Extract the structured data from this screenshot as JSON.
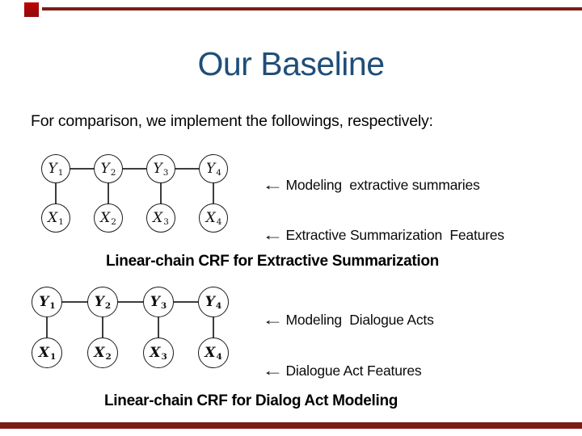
{
  "slide": {
    "title": "Our Baseline",
    "intro": "For comparison, we implement the followings, respectively:"
  },
  "annotations": [
    {
      "arrow": "←",
      "text": "Modeling  extractive summaries"
    },
    {
      "arrow": "←",
      "text": "Extractive Summarization  Features"
    },
    {
      "arrow": "←",
      "text": "Modeling  Dialogue Acts"
    },
    {
      "arrow": "←",
      "text": "Dialogue Act Features"
    }
  ],
  "captions": [
    "Linear-chain CRF for Extractive Summarization",
    "Linear-chain CRF for Dialog Act Modeling"
  ],
  "diagrams": [
    {
      "name": "linear-chain-crf-extractive-summarization",
      "y_nodes": [
        {
          "base": "Y",
          "sub": "1"
        },
        {
          "base": "Y",
          "sub": "2"
        },
        {
          "base": "Y",
          "sub": "3"
        },
        {
          "base": "Y",
          "sub": "4"
        }
      ],
      "x_nodes": [
        {
          "base": "X",
          "sub": "1"
        },
        {
          "base": "X",
          "sub": "2"
        },
        {
          "base": "X",
          "sub": "3"
        },
        {
          "base": "X",
          "sub": "4"
        }
      ]
    },
    {
      "name": "linear-chain-crf-dialog-act-modeling",
      "y_nodes": [
        {
          "base": "Y",
          "sub": "1"
        },
        {
          "base": "Y",
          "sub": "2"
        },
        {
          "base": "Y",
          "sub": "3"
        },
        {
          "base": "Y",
          "sub": "4"
        }
      ],
      "x_nodes": [
        {
          "base": "X",
          "sub": "1"
        },
        {
          "base": "X",
          "sub": "2"
        },
        {
          "base": "X",
          "sub": "3"
        },
        {
          "base": "X",
          "sub": "4"
        }
      ]
    }
  ],
  "colors": {
    "title_blue": "#1f4e79",
    "rule_maroon": "#7b1d16",
    "bullet_red": "#c00000",
    "edge_gray": "#3d3d3d"
  }
}
